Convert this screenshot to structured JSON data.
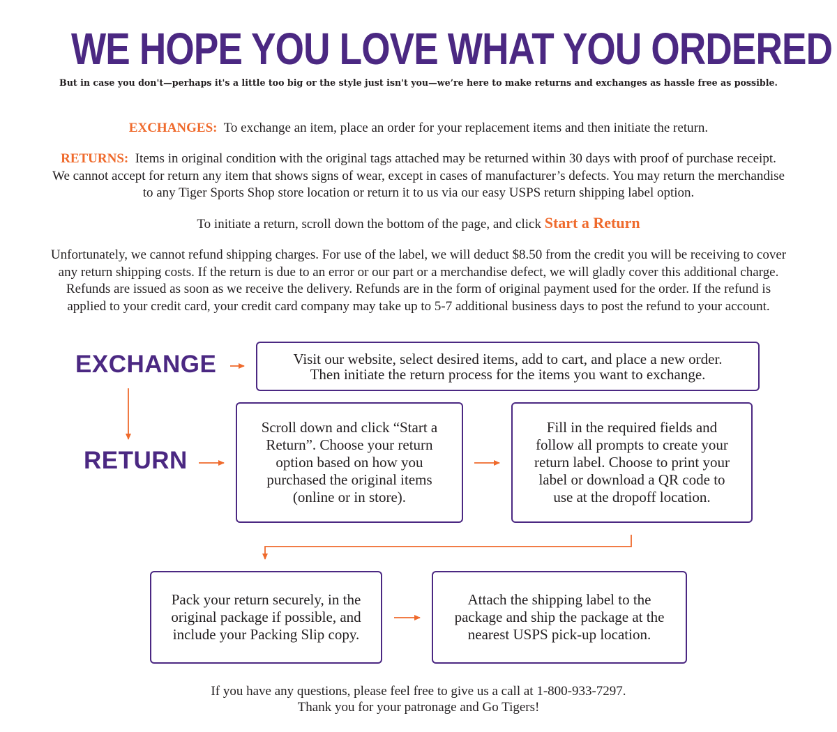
{
  "header": {
    "headline": "WE HOPE YOU LOVE WHAT YOU ORDERED",
    "subhead": "But in case you don't—perhaps it's a little too big or the style just isn't you—we’re here to make returns and exchanges as hassle free as possible."
  },
  "exchanges": {
    "label": "EXCHANGES:",
    "text": "To exchange an item, place an order for your replacement items and then initiate the return."
  },
  "returns": {
    "label": "RETURNS:",
    "line1": "Items in original condition with the original tags attached may be returned within 30 days with proof of purchase receipt.",
    "line2": "We cannot accept for return any item that shows signs of wear, except in cases of manufacturer’s defects. You may return the merchandise",
    "line3": "to any Tiger Sports Shop store location or return it to us via our easy USPS return shipping label option."
  },
  "initiate": {
    "text": "To initiate a return, scroll down the bottom of the page, and click",
    "link": "Start a Return"
  },
  "refunds": {
    "line1": "Unfortunately, we cannot refund shipping charges. For use of the label, we will deduct $8.50 from the credit you will be receiving to cover",
    "line2": "any return shipping costs. If the return is due to an error or our part or a merchandise defect, we will gladly cover this additional charge.",
    "line3": "Refunds are issued as soon as we receive the delivery. Refunds are in the form of original payment used for the order. If the refund is",
    "line4": "applied to your credit card, your credit card company may take up to 5-7 additional business days to post the refund to your account."
  },
  "flow": {
    "exchange_label": "EXCHANGE",
    "return_label": "RETURN",
    "exchange_step": {
      "line1": "Visit our website, select desired items, add to cart, and place a new order.",
      "line2": "Then initiate the return process for the items you want to exchange."
    },
    "step1": {
      "line1": "Scroll down and click “Start a",
      "line2": "Return”. Choose your return",
      "line3": "option based on how you",
      "line4": "purchased the original items",
      "line5": "(online or in store)."
    },
    "step2": {
      "line1": "Fill in the required fields and",
      "line2": "follow all prompts to create your",
      "line3": "return label. Choose to print your",
      "line4": "label or download a QR code to",
      "line5": "use at the dropoff location."
    },
    "step3": {
      "line1": "Pack your return securely, in the",
      "line2": "original package if possible, and",
      "line3": "include your Packing Slip copy."
    },
    "step4": {
      "line1": "Attach the shipping label to the",
      "line2": "package and ship the package at the",
      "line3": "nearest USPS pick-up location."
    },
    "arrow_color": "#ef6a2c",
    "box_border_color": "#4b2882"
  },
  "footer": {
    "line1": "If you have any questions, please feel free to give us a call at 1-800-933-7297.",
    "line2": "Thank you for your patronage and Go Tigers!"
  },
  "colors": {
    "purple": "#4b2882",
    "orange": "#ef6a2c",
    "text": "#231f20"
  }
}
